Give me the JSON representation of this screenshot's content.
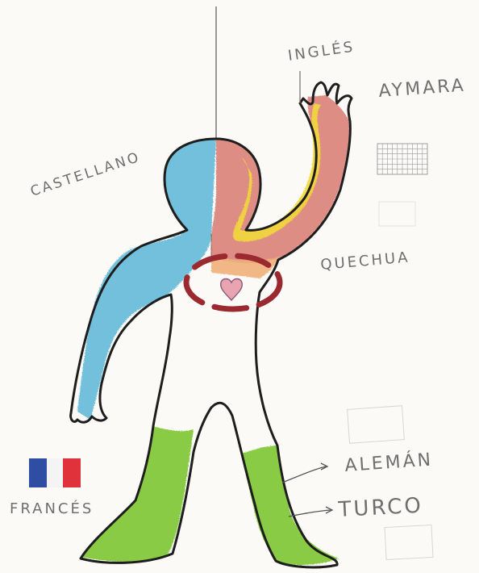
{
  "labels": {
    "ingles": "INGLÉS",
    "aymara": "AYMARA",
    "castellano": "CASTELLANO",
    "quechua": "QUECHUA",
    "aleman": "ALEMÁN",
    "turco": "TURCO",
    "frances": "FRANCÉS"
  },
  "colors": {
    "paper": "#fbfaf7",
    "outline": "#1e1e1e",
    "blue_castellano": "#5bb7d8",
    "red_ingles": "#d97a72",
    "yellow_aymara": "#f1d93a",
    "orange_quechua": "#f0b07a",
    "green_legs": "#7dc733",
    "dashed_circle": "#9b2a30",
    "heart": "#e8a4b0",
    "flag_blue": "#2f4ea3",
    "flag_red": "#e0323b"
  },
  "icons": {
    "flag": "french-flag",
    "grid": "aymara-wiphala-grid",
    "heart": "heart-icon"
  }
}
